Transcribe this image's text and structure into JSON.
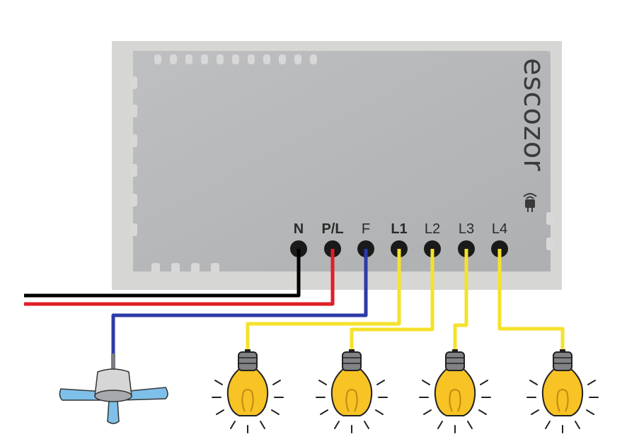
{
  "device": {
    "brand": "escozor",
    "body_color": "#b3b5b7",
    "frame_color": "#d6d6d4"
  },
  "terminals": [
    {
      "id": "N",
      "label": "N"
    },
    {
      "id": "PL",
      "label": "P/L"
    },
    {
      "id": "F",
      "label": "F"
    },
    {
      "id": "L1",
      "label": "L1"
    },
    {
      "id": "L2",
      "label": "L2"
    },
    {
      "id": "L3",
      "label": "L3"
    },
    {
      "id": "L4",
      "label": "L4"
    }
  ],
  "wires": {
    "neutral_color": "#000000",
    "phase_color": "#e01e26",
    "fan_color": "#2c3ba6",
    "load_color": "#f5e22a"
  },
  "loads": {
    "fan": {
      "icon": "ceiling-fan-icon",
      "blade_color": "#7ec0ea"
    },
    "bulbs": [
      {
        "icon": "light-bulb-icon",
        "terminal": "L1"
      },
      {
        "icon": "light-bulb-icon",
        "terminal": "L2"
      },
      {
        "icon": "light-bulb-icon",
        "terminal": "L3"
      },
      {
        "icon": "light-bulb-icon",
        "terminal": "L4"
      }
    ],
    "bulb_glass_color": "#f7c325",
    "bulb_base_color": "#808285"
  }
}
